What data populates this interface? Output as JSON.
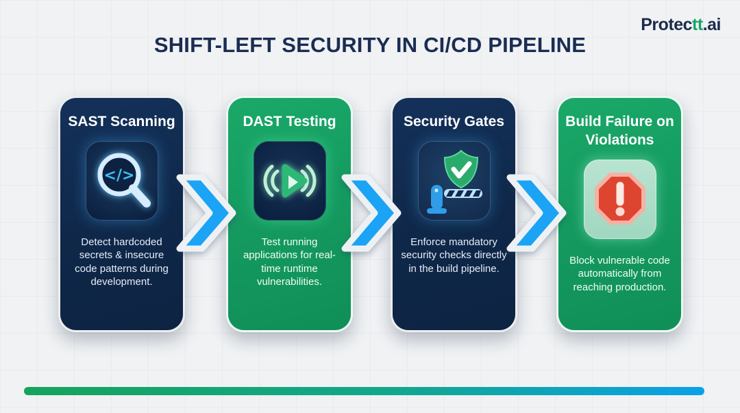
{
  "header": {
    "logo": {
      "part1": "Protec",
      "part2": "tt",
      "part3": ".ai"
    },
    "title": "SHIFT-LEFT SECURITY IN CI/CD PIPELINE"
  },
  "cards": [
    {
      "title": "SAST Scanning",
      "description": "Detect hardcoded secrets & insecure code patterns during development.",
      "theme": "navy",
      "icon": "code-magnifier-icon"
    },
    {
      "title": "DAST Testing",
      "description": "Test running applications for real-time runtime vulnerabilities.",
      "theme": "green",
      "icon": "broadcast-play-icon"
    },
    {
      "title": "Security Gates",
      "description": "Enforce mandatory security checks directly in the build pipeline.",
      "theme": "navy",
      "icon": "shield-check-gate-icon"
    },
    {
      "title": "Build Failure on Violations",
      "description": "Block vulnerable code automatically from reaching production.",
      "theme": "green",
      "icon": "stop-warning-icon"
    }
  ],
  "icons": {
    "code_glyph": "</>"
  },
  "colors": {
    "navy_card": "#0f2849",
    "green_card": "#14995f",
    "arrow_blue": "#1ba3f5",
    "bar_gradient_start": "#16a35c",
    "bar_gradient_end": "#0aa1e8",
    "background": "#f0f2f4",
    "title_navy": "#1b2d52",
    "stop_red": "#dd4530"
  }
}
